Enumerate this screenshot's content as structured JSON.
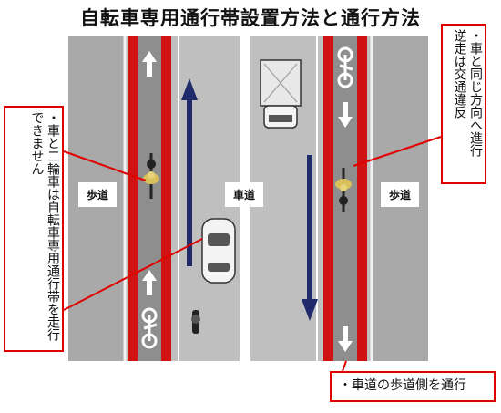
{
  "title": "自転車専用通行帯設置方法と通行方法",
  "labels": {
    "sidewalk_left": "歩道",
    "roadway": "車道",
    "sidewalk_right": "歩道"
  },
  "callouts": {
    "top_right": "・車と同じ方向へ進行　逆走は交通違反",
    "left": "・車と二輪車は自転車専用通行帯を走行できません",
    "bottom": "・車道の歩道側を通行"
  },
  "colors": {
    "bike_lane_red": "#d11212",
    "sidewalk_gray": "#a9a9a9",
    "road_gray": "#bfbfbf",
    "arrow_navy": "#1f2a6b",
    "callout_border": "#e00000"
  }
}
